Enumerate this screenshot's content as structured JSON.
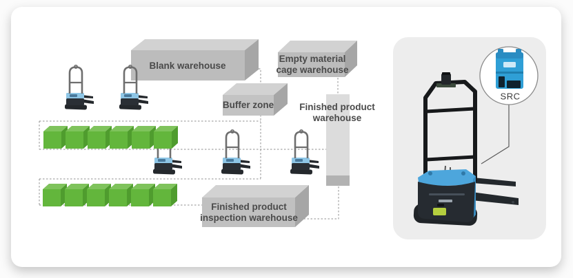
{
  "diagram": {
    "labels": {
      "blank_warehouse": "Blank warehouse",
      "buffer_zone": "Buffer zone",
      "empty_material_cage_warehouse": "Empty material\ncage warehouse",
      "finished_product_warehouse": "Finished product\nwarehouse",
      "finished_product_inspection_warehouse": "Finished product\ninspection warehouse"
    },
    "callout": {
      "label": "SRC"
    },
    "counts": {
      "small_agvs": 5,
      "cube_rows": 2,
      "cubes_per_row": 6
    },
    "colors": {
      "cube_green_front": "#63b63c",
      "cube_green_top": "#7fc35c",
      "cube_green_side": "#4f9c2e",
      "warehouse_front": "#bcbcbc",
      "warehouse_top": "#d2d2d2",
      "warehouse_side": "#a6a6a6",
      "tall_warehouse": "#dcdcdc",
      "tall_warehouse_base": "#b2b2b2",
      "agv_body_blue": "#4da6dc",
      "src_device_blue": "#2f9fd6",
      "panel_background": "#ededed",
      "dashed_line": "#8f8f8f"
    }
  }
}
